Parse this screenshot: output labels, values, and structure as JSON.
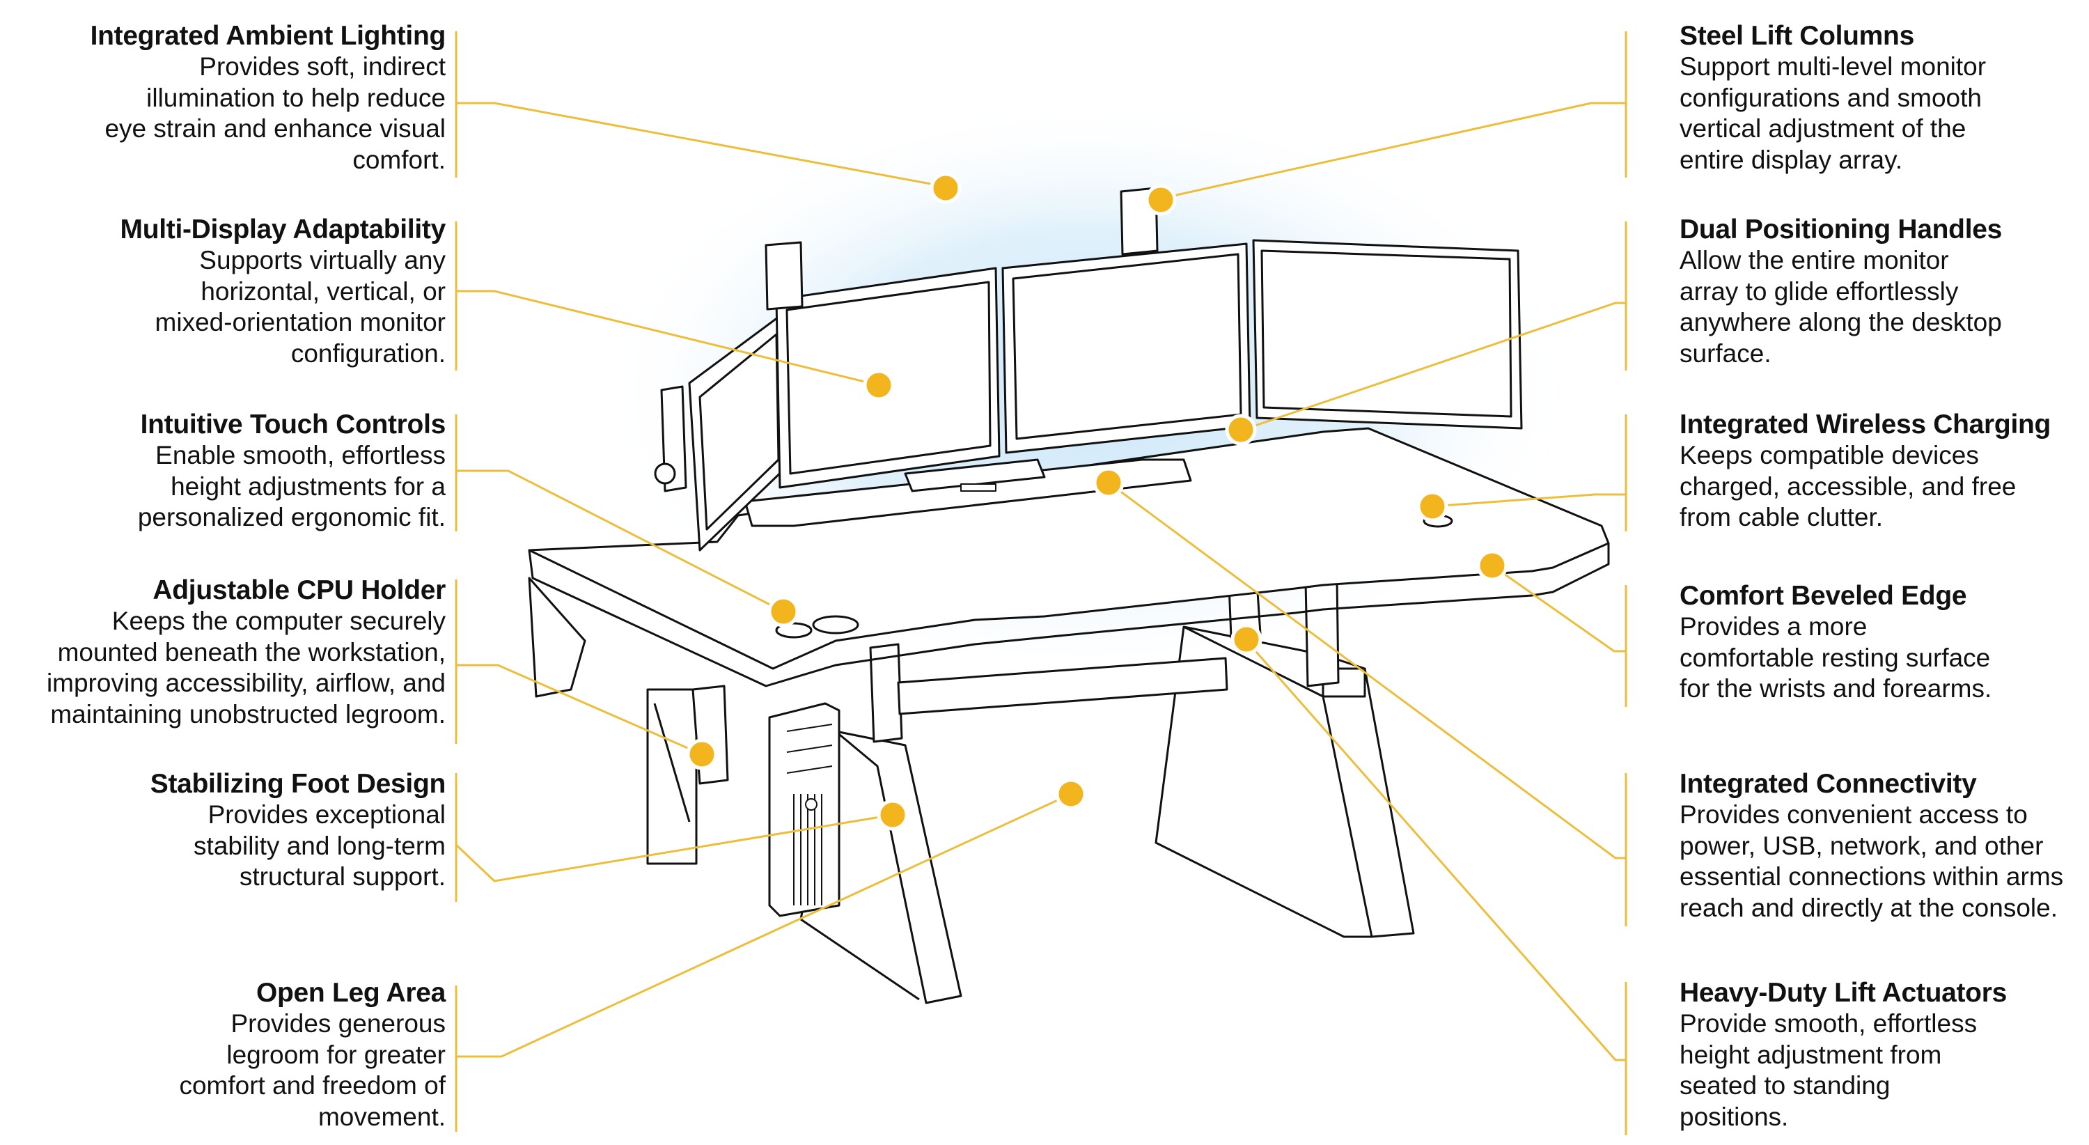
{
  "accent_color": "#F2B51E",
  "leader_color": "#EDBE3C",
  "glow_color": "#CFE8F8",
  "left_callouts": [
    {
      "id": "lighting",
      "title": "Integrated Ambient Lighting",
      "lines": [
        "Provides soft, indirect",
        "illumination to help reduce",
        "eye strain and enhance visual",
        "comfort."
      ]
    },
    {
      "id": "multidisplay",
      "title": "Multi-Display Adaptability",
      "lines": [
        "Supports virtually any",
        "horizontal, vertical, or",
        "mixed-orientation monitor",
        "configuration."
      ]
    },
    {
      "id": "touch",
      "title": "Intuitive Touch Controls",
      "lines": [
        "Enable smooth, effortless",
        "height adjustments for a",
        "personalized ergonomic fit."
      ]
    },
    {
      "id": "cpu",
      "title": "Adjustable CPU Holder",
      "lines": [
        "Keeps the computer securely",
        "mounted beneath the workstation,",
        "improving accessibility, airflow, and",
        "maintaining unobstructed legroom."
      ]
    },
    {
      "id": "foot",
      "title": "Stabilizing Foot Design",
      "lines": [
        "Provides exceptional",
        "stability and long-term",
        "structural support."
      ]
    },
    {
      "id": "legarea",
      "title": "Open Leg Area",
      "lines": [
        "Provides generous",
        "legroom for greater",
        "comfort and freedom of",
        "movement."
      ]
    }
  ],
  "right_callouts": [
    {
      "id": "columns",
      "title": "Steel Lift Columns",
      "lines": [
        "Support multi-level monitor",
        "configurations and smooth",
        "vertical adjustment of the",
        "entire display array."
      ]
    },
    {
      "id": "handles",
      "title": "Dual Positioning Handles",
      "lines": [
        "Allow the entire monitor",
        "array to glide effortlessly",
        "anywhere along the desktop",
        "surface."
      ]
    },
    {
      "id": "charging",
      "title": "Integrated Wireless Charging",
      "lines": [
        "Keeps compatible devices",
        "charged, accessible, and free",
        "from cable clutter."
      ]
    },
    {
      "id": "edge",
      "title": "Comfort Beveled Edge",
      "lines": [
        "Provides a more",
        "comfortable resting surface",
        "for the wrists and forearms."
      ]
    },
    {
      "id": "connectivity",
      "title": "Integrated Connectivity",
      "lines": [
        "Provides convenient access to",
        "power, USB, network, and other",
        "essential connections within arms",
        "reach and directly at the console."
      ]
    },
    {
      "id": "actuators",
      "title": "Heavy-Duty Lift Actuators",
      "lines": [
        "Provide smooth, effortless",
        "height adjustment from",
        "seated to standing",
        "positions."
      ]
    }
  ]
}
